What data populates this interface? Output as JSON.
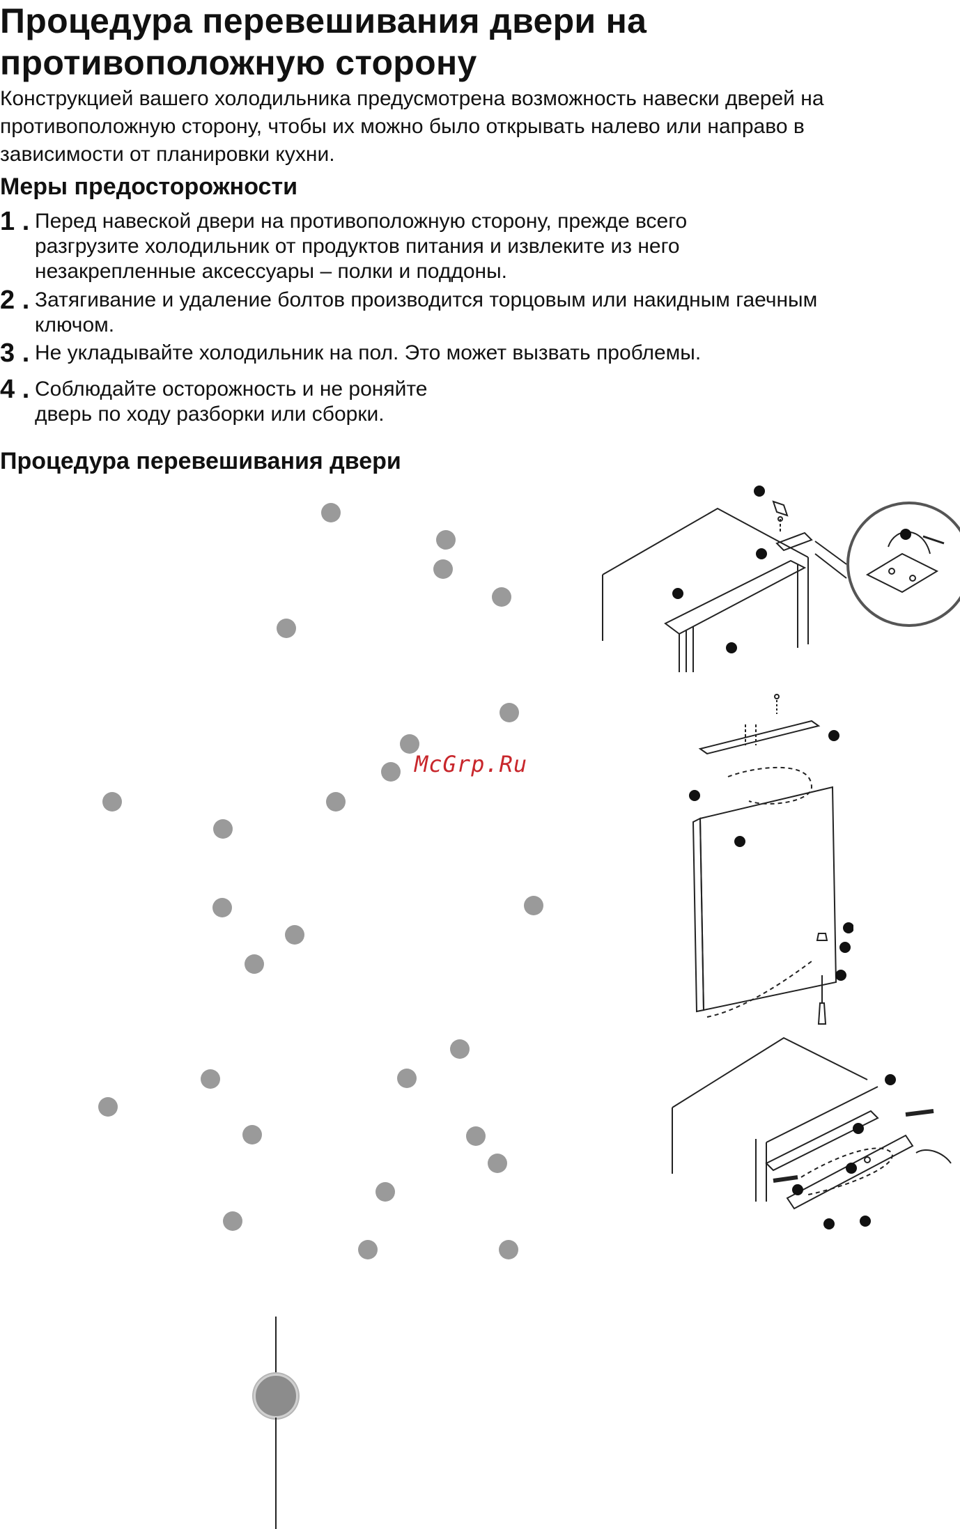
{
  "title": "Процедура перевешивания двери на противоположную сторону",
  "intro": "Конструкцией вашего холодильника предусмотрена возможность навески дверей на противоположную сторону, чтобы их можно было открывать налево или направо в зависимости от планировки кухни.",
  "precautions": {
    "heading": "Меры предосторожности",
    "items": [
      {
        "number": "1 .",
        "text": "Перед навеской двери на противоположную сторону, прежде всего разгрузите холодильник от продуктов питания и извлеките из него незакрепленные аксессуары – полки и поддоны."
      },
      {
        "number": "2 .",
        "text": "Затягивание и удаление болтов производится торцовым или накидным гаечным ключом."
      },
      {
        "number": "3 .",
        "text": "Не укладывайте холодильник на пол. Это может вызвать проблемы."
      },
      {
        "number": "4 .",
        "text": "Соблюдайте осторожность и не роняйте дверь по ходу разборки или сборки."
      }
    ]
  },
  "procedure": {
    "heading": "Процедура перевешивания двери"
  },
  "watermark": "McGrp.Ru",
  "colors": {
    "marker": "#9a9a9a",
    "callout": "#111111",
    "watermark": "#c8262b"
  },
  "icons": {
    "step_marker": "filled-circle",
    "callout": "filled-circle"
  }
}
